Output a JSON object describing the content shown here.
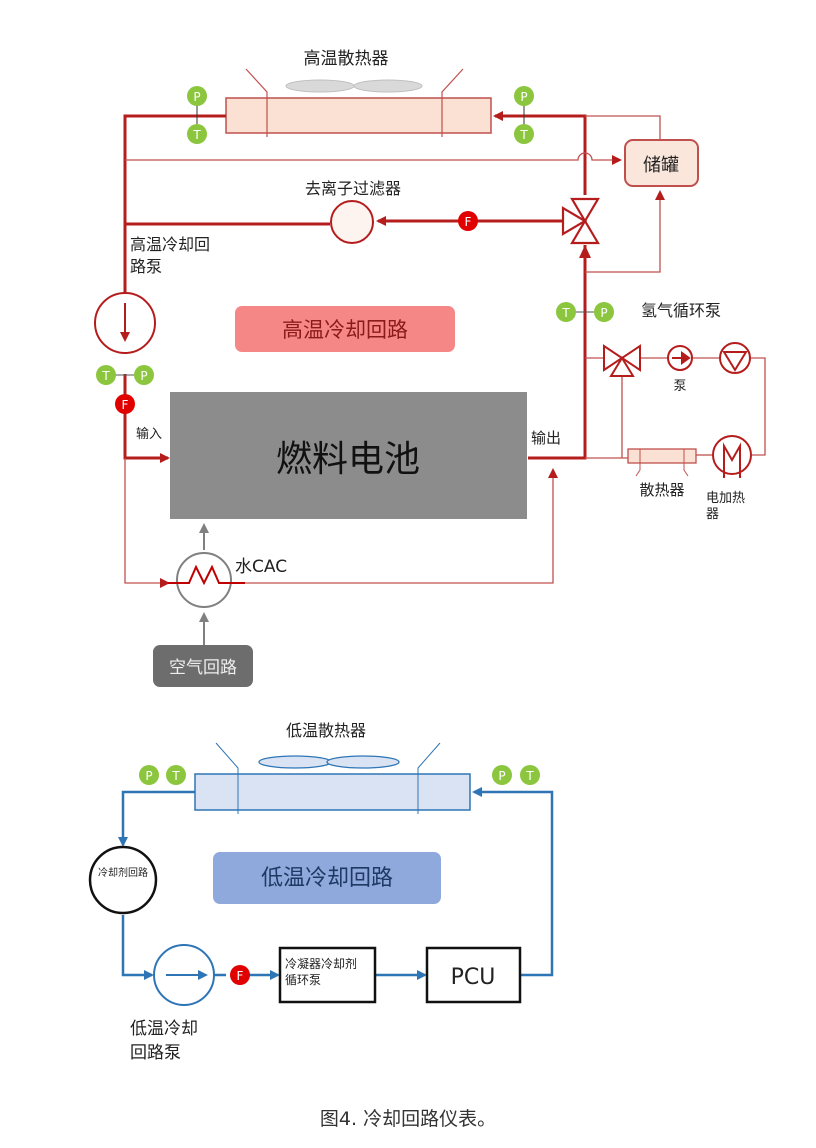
{
  "colors": {
    "hot_line": "#b51d1d",
    "hot_thin": "#c0504d",
    "hot_fill": "#fbe0d4",
    "hot_box": "#f26b6b",
    "cold_line": "#2e75b6",
    "cold_fill": "#dae3f3",
    "cold_box": "#8fa9dc",
    "sensor_green": "#8cc63f",
    "sensor_red": "#e00000",
    "fuel_cell": "#8c8c8c",
    "air_box": "#6d6d6d"
  },
  "high_temp": {
    "radiator_label": "高温散热器",
    "tank_label": "储罐",
    "deionizer_label": "去离子过滤器",
    "pump_label_line1": "高温冷却回",
    "pump_label_line2": "路泵",
    "loop_label": "高温冷却回路",
    "h2_pump_label": "氢气循环泵",
    "small_pump_label": "泵",
    "small_radiator_label": "散热器",
    "heater_label_line1": "电加热",
    "heater_label_line2": "器",
    "fuel_cell_label": "燃料电池",
    "input_label": "输入",
    "output_label": "输出",
    "cac_label": "水CAC",
    "air_loop_label": "空气回路"
  },
  "low_temp": {
    "radiator_label": "低温散热器",
    "coolant_circle_label": "冷却剂回路",
    "loop_label": "低温冷却回路",
    "condenser_pump_line1": "冷凝器冷却剂",
    "condenser_pump_line2": "循环泵",
    "pcu_label": "PCU",
    "pump_label_line1": "低温冷却",
    "pump_label_line2": "回路泵"
  },
  "sensors": {
    "pressure": "P",
    "temperature": "T",
    "flow": "F"
  },
  "caption": "图4. 冷却回路仪表。"
}
